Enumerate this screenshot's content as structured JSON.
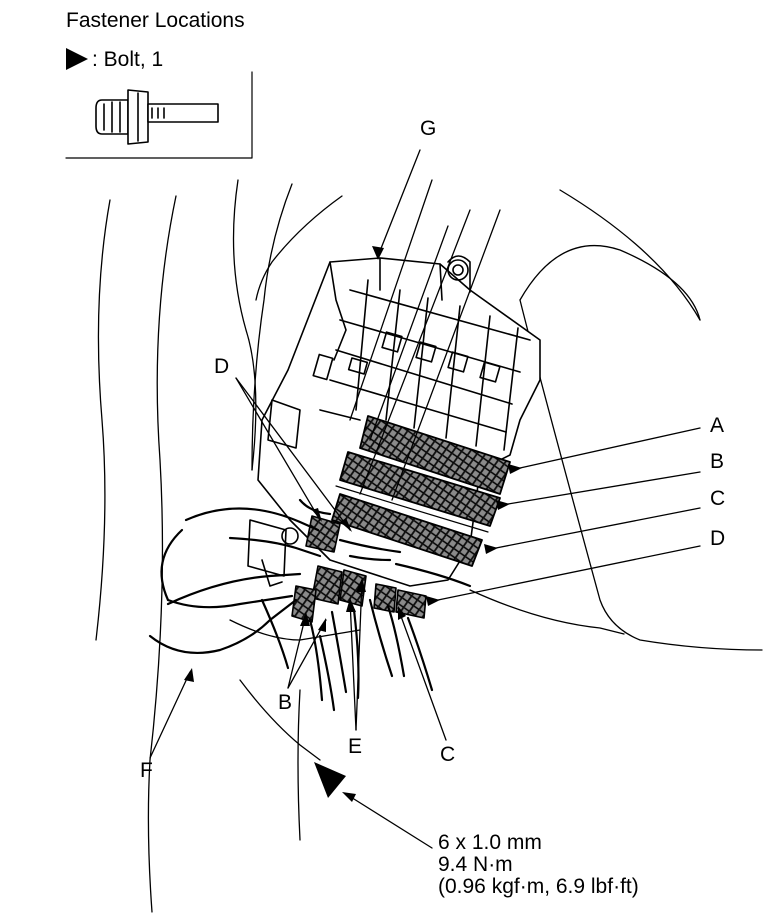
{
  "legend": {
    "title": "Fastener Locations",
    "bolt_label": ": Bolt, 1"
  },
  "callouts": {
    "a_right": "A",
    "b_right": "B",
    "c_right": "C",
    "d_right": "D",
    "d_left": "D",
    "g_top": "G",
    "b_bottom": "B",
    "e_bottom": "E",
    "c_bottom": "C",
    "f_left": "F"
  },
  "torque_spec": {
    "size": "6 x 1.0 mm",
    "torque_nm": "9.4 N·m",
    "torque_alt": "(0.96 kgf·m, 6.9 lbf·ft)"
  },
  "colors": {
    "ink": "#000000",
    "paper": "#ffffff",
    "hatch_fill": "#6f6f6f"
  }
}
